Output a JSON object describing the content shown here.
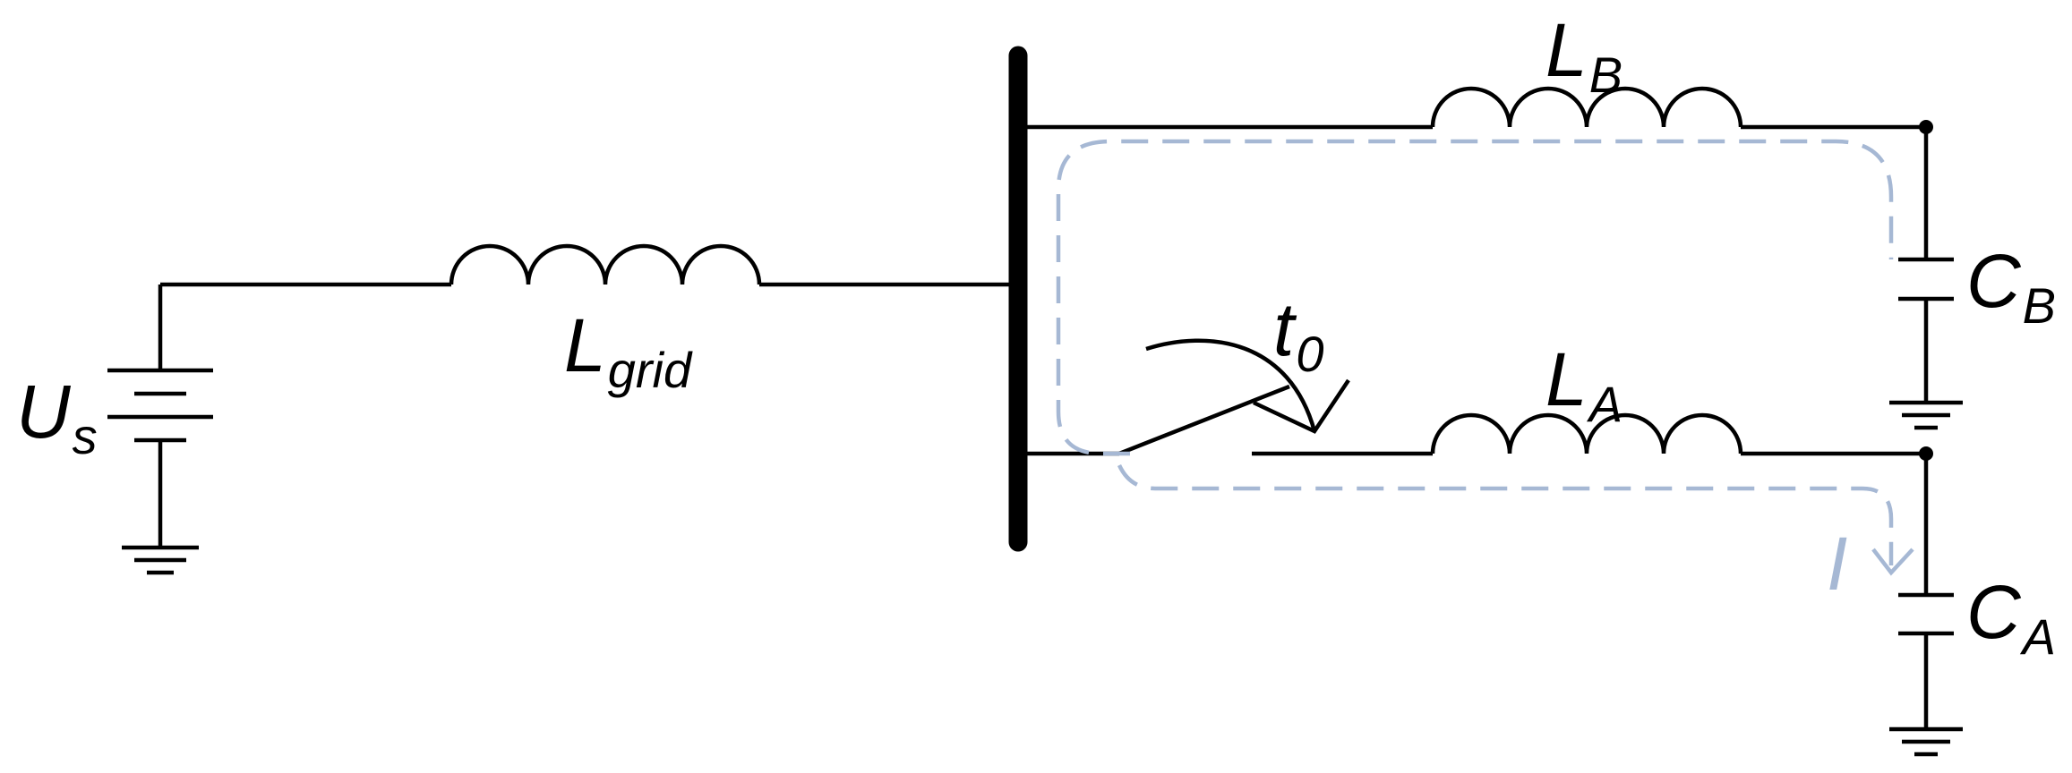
{
  "labels": {
    "source": {
      "main": "U",
      "sub": "s"
    },
    "grid_inductor": {
      "main": "L",
      "sub": "grid"
    },
    "inductor_b": {
      "main": "L",
      "sub": "B"
    },
    "capacitor_b": {
      "main": "C",
      "sub": "B"
    },
    "inductor_a": {
      "main": "L",
      "sub": "A"
    },
    "capacitor_a": {
      "main": "C",
      "sub": "A"
    },
    "switch_time": {
      "main": "t",
      "sub": "0"
    },
    "current": "I"
  },
  "colors": {
    "wire": "#000000",
    "current_path": "#a6b8d4"
  }
}
